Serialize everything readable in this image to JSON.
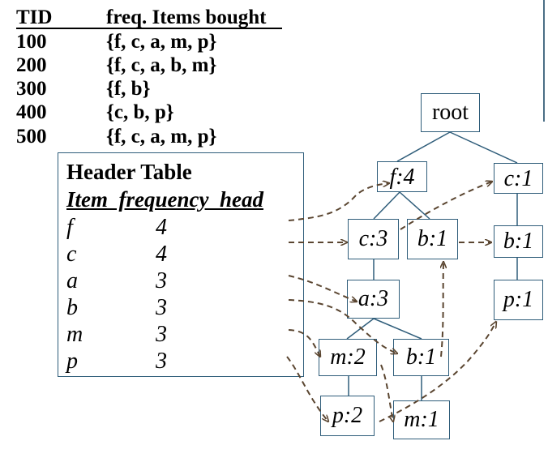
{
  "transactions": {
    "headers": {
      "tid": "TID",
      "items": "freq. Items bought"
    },
    "rows": [
      {
        "tid": "100",
        "items": "{f, c, a, m, p}"
      },
      {
        "tid": "200",
        "items": "{f, c, a, b, m}"
      },
      {
        "tid": "300",
        "items": "{f, b}"
      },
      {
        "tid": "400",
        "items": "{c, b, p}"
      },
      {
        "tid": "500",
        "items": "{f, c, a, m, p}"
      }
    ]
  },
  "header_table": {
    "title": "Header Table",
    "column_header": "Item  frequency  head",
    "rows": [
      {
        "item": "f",
        "frequency": "4"
      },
      {
        "item": "c",
        "frequency": "4"
      },
      {
        "item": "a",
        "frequency": "3"
      },
      {
        "item": "b",
        "frequency": "3"
      },
      {
        "item": "m",
        "frequency": "3"
      },
      {
        "item": "p",
        "frequency": "3"
      }
    ]
  },
  "tree": {
    "nodes": [
      {
        "id": "root",
        "label": "root"
      },
      {
        "id": "f4",
        "label": "f:4"
      },
      {
        "id": "c1_top",
        "label": "c:1"
      },
      {
        "id": "c3",
        "label": "c:3"
      },
      {
        "id": "b1_mid",
        "label": "b:1"
      },
      {
        "id": "b1_right",
        "label": "b:1"
      },
      {
        "id": "a3",
        "label": "a:3"
      },
      {
        "id": "p1_right",
        "label": "p:1"
      },
      {
        "id": "m2",
        "label": "m:2"
      },
      {
        "id": "b1_low",
        "label": "b:1"
      },
      {
        "id": "p2",
        "label": "p:2"
      },
      {
        "id": "m1",
        "label": "m:1"
      }
    ],
    "edges": [
      [
        "root",
        "f4"
      ],
      [
        "root",
        "c1_top"
      ],
      [
        "f4",
        "c3"
      ],
      [
        "f4",
        "b1_mid"
      ],
      [
        "c1_top",
        "b1_right"
      ],
      [
        "b1_right",
        "p1_right"
      ],
      [
        "c3",
        "a3"
      ],
      [
        "a3",
        "m2"
      ],
      [
        "a3",
        "b1_low"
      ],
      [
        "m2",
        "p2"
      ],
      [
        "b1_low",
        "m1"
      ]
    ]
  },
  "colors": {
    "node_border": "#2f5d7a",
    "link_line": "#2f5d7a",
    "pointer_arrow": "#5a4530"
  }
}
